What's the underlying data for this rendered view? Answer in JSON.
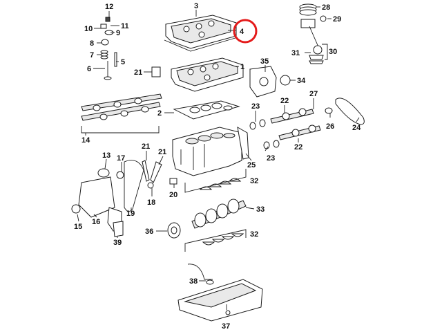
{
  "highlight": {
    "part": "4",
    "color": "#e41b1b"
  },
  "labels": [
    "12",
    "11",
    "10",
    "9",
    "8",
    "7",
    "6",
    "5",
    "3",
    "4",
    "1",
    "21",
    "14",
    "2",
    "35",
    "34",
    "23",
    "22",
    "27",
    "28",
    "29",
    "31",
    "30",
    "25",
    "26",
    "24",
    "13",
    "17",
    "21",
    "21",
    "32",
    "20",
    "18",
    "19",
    "33",
    "15",
    "16",
    "36",
    "39",
    "38",
    "37"
  ]
}
